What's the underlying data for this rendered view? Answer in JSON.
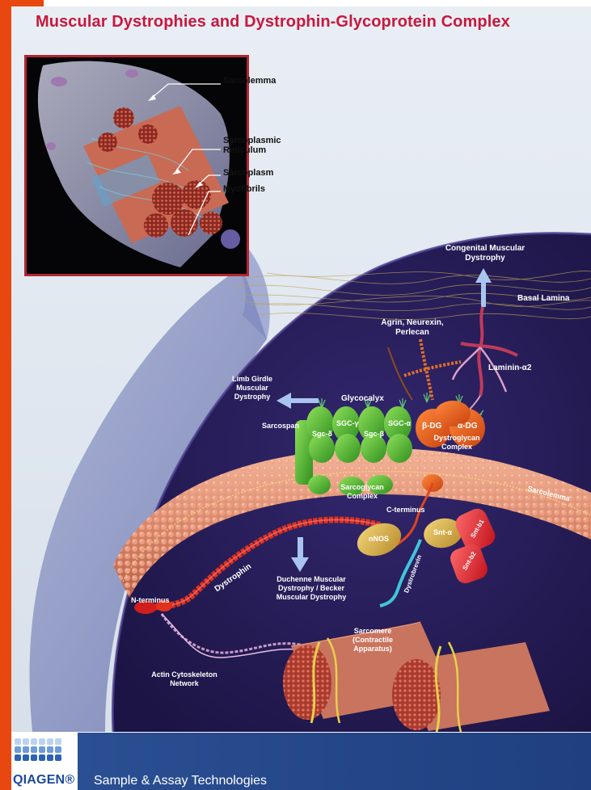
{
  "title": "Muscular Dystrophies and Dystrophin-Glycoprotein Complex",
  "inset_labels": {
    "sarcolemma": "Sarcolemma",
    "sarcoplasmic_reticulum": "Sarcoplasmic Reticulum",
    "sarcoplasm": "Sarcoplasm",
    "myofibrils": "Myofibrils"
  },
  "labels": {
    "congenital_md": "Congenital Muscular Dystrophy",
    "basal_lamina": "Basal Lamina",
    "agrin": "Agrin, Neurexin, Perlecan",
    "laminin": "Laminin-α2",
    "limb_girdle": "Limb Girdle Muscular Dystrophy",
    "glycocalyx": "Glycocalyx",
    "sarcospan": "Sarcospan",
    "sgc_delta": "Sgc-δ",
    "sgc_gamma": "SGC-γ",
    "sgc_beta": "Sgc-β",
    "sgc_alpha": "SGC-α",
    "beta_dg": "β-DG",
    "alpha_dg": "α-DG",
    "dystroglycan_complex": "Dystroglycan Complex",
    "sarcoglycan_complex": "Sarcoglycan Complex",
    "sarcolemma": "Sarcolemma",
    "c_terminus": "C-terminus",
    "nnos": "nNOS",
    "snt_alpha": "Snt-α",
    "snt_b1": "Snt-b1",
    "snt_b2": "Snt-b2",
    "dystrobrevin": "Dystrobrevin",
    "dystrophin": "Dystrophin",
    "n_terminus": "N-terminus",
    "duchenne": "Duchenne Muscular Dystrophy / Becker Muscular Dystrophy",
    "sarcomere": "Sarcomere (Contractile Apparatus)",
    "actin": "Actin Cytoskeleton Network"
  },
  "footer": {
    "logo": "QIAGEN®",
    "tagline": "Sample & Assay Technologies"
  },
  "colors": {
    "accent_orange": "#e8470f",
    "title_red": "#c8183c",
    "footer_blue": "#2a4f92",
    "cell_purple": "#2a1f5c",
    "membrane": "#e9a086",
    "sarcoglycan_green": "#3ea82b"
  }
}
